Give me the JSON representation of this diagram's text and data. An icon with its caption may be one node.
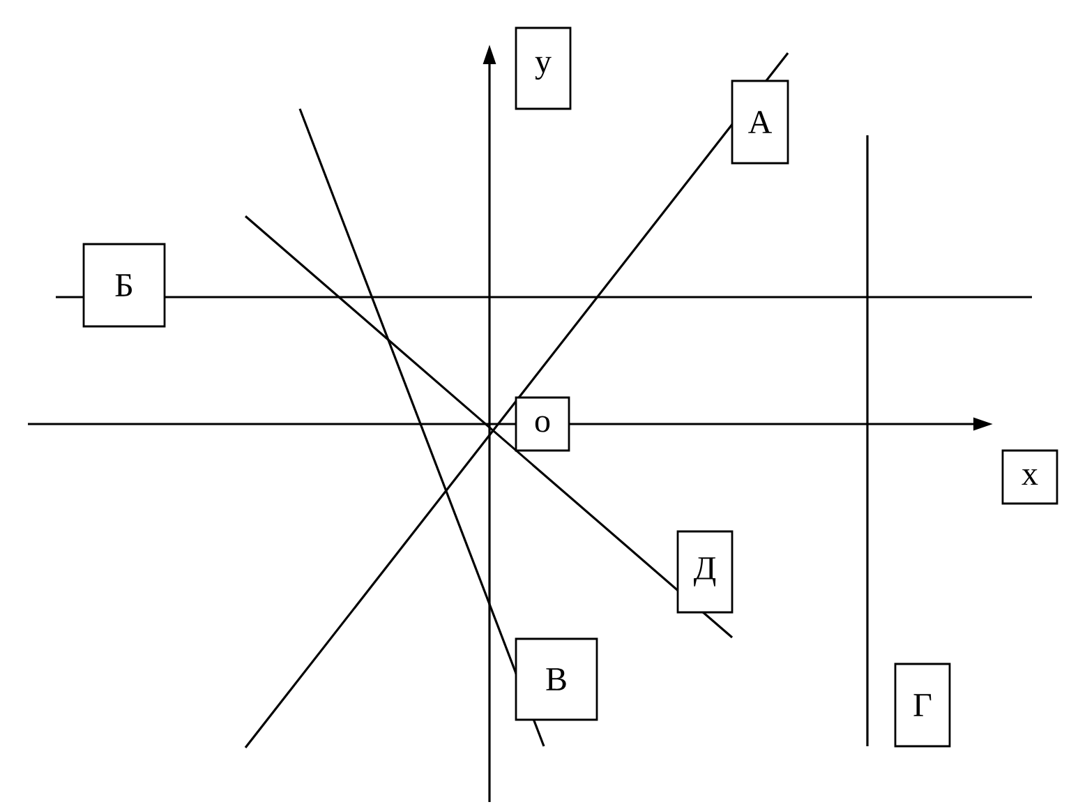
{
  "diagram": {
    "nodes": [
      {
        "text": [
          "у"
        ]
      },
      {
        "text": [
          "А"
        ]
      },
      {
        "text": [
          "Б"
        ]
      },
      {
        "text": [
          "о"
        ]
      },
      {
        "text": [
          "х"
        ]
      },
      {
        "text": [
          "Д"
        ]
      },
      {
        "text": [
          "В"
        ]
      },
      {
        "text": [
          "Г"
        ]
      }
    ]
  }
}
